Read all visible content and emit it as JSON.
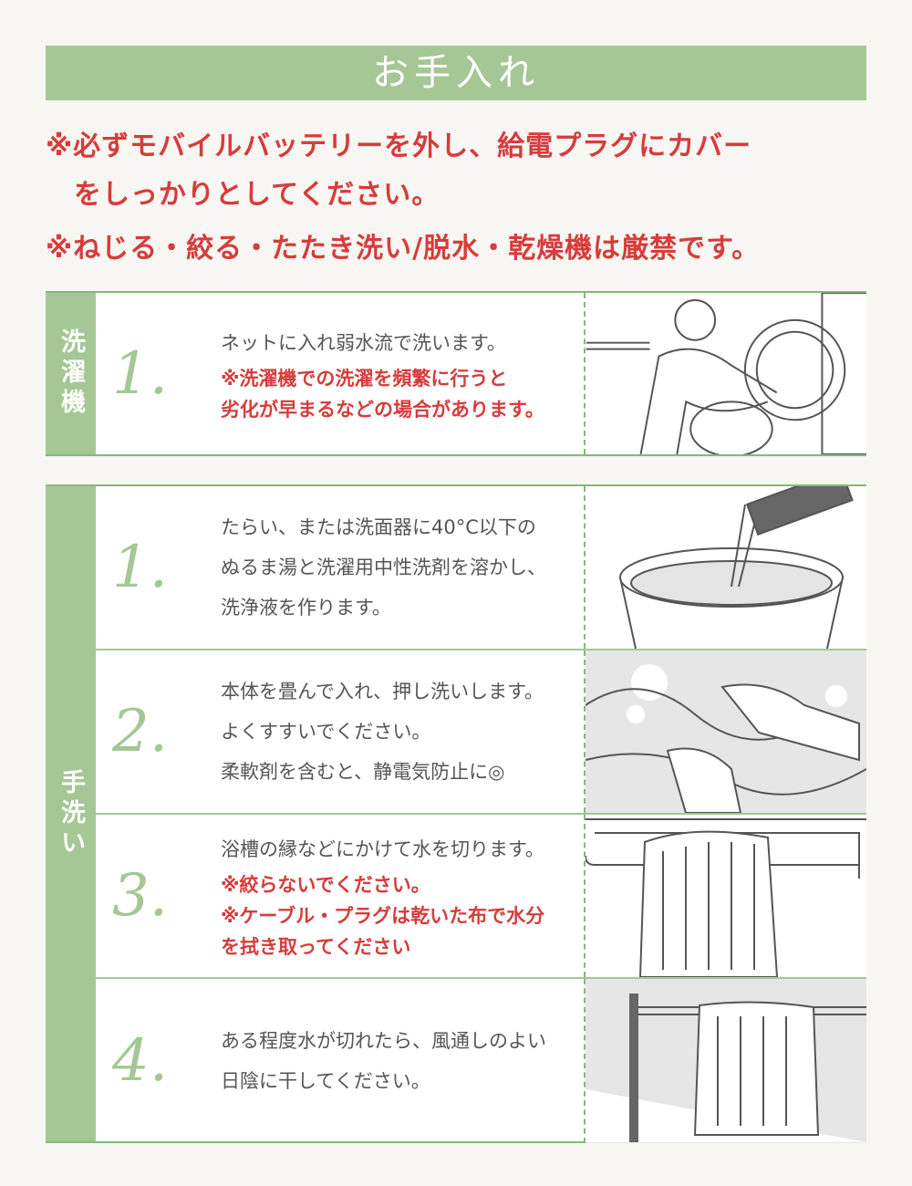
{
  "title": "お手入れ",
  "warnings": [
    "※必ずモバイルバッテリーを外し、給電プラグにカバー",
    "　をしっかりとしてください。",
    "※ねじる・絞る・たたき洗い/脱水・乾燥機は厳禁です。"
  ],
  "machine": {
    "label": "洗濯機",
    "steps": [
      {
        "num": "1.",
        "text": "ネットに入れ弱水流で洗います。",
        "note": [
          "※洗濯機での洗濯を頻繁に行うと",
          "劣化が早まるなどの場合があります。"
        ]
      }
    ]
  },
  "hand": {
    "label": "手洗い",
    "steps": [
      {
        "num": "1.",
        "text": [
          "たらい、または洗面器に40°C以下の",
          "ぬるま湯と洗濯用中性洗剤を溶かし、",
          "洗浄液を作ります。"
        ]
      },
      {
        "num": "2.",
        "text": [
          "本体を畳んで入れ、押し洗いします。",
          "よくすすいでください。",
          "柔軟剤を含むと、静電気防止に◎"
        ]
      },
      {
        "num": "3.",
        "text": [
          "浴槽の縁などにかけて水を切ります。"
        ],
        "note": [
          "※絞らないでください。",
          "※ケーブル・プラグは乾いた布で水分",
          "を拭き取ってください"
        ]
      },
      {
        "num": "4.",
        "text": [
          "ある程度水が切れたら、風通しのよい",
          "日陰に干してください。"
        ]
      }
    ]
  }
}
